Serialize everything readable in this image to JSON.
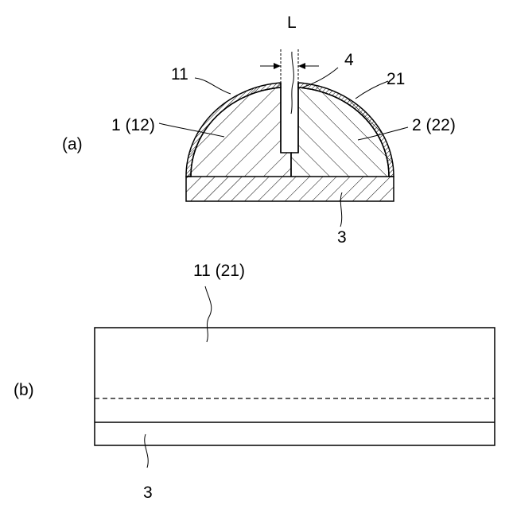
{
  "figure_a": {
    "panel_label": "(a)",
    "labels": {
      "gap": "L",
      "slit": "4",
      "left_coating": "11",
      "right_coating": "21",
      "left_body": "1 (12)",
      "right_body": "2 (22)",
      "base": "3"
    }
  },
  "figure_b": {
    "panel_label": "(b)",
    "labels": {
      "coating": "11 (21)",
      "base": "3"
    }
  }
}
